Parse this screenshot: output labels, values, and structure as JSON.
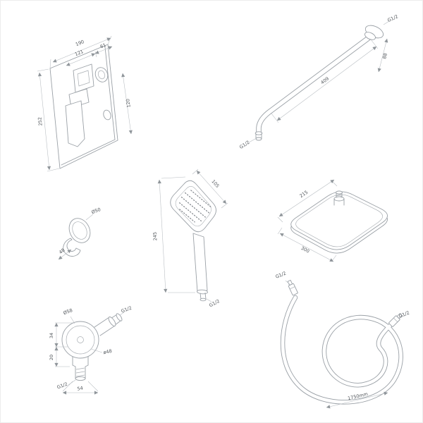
{
  "drawing": {
    "background": "#ffffff",
    "line_color": "#9aa0a6",
    "dim_line_color": "#b6bbc0",
    "text_color": "#52575c"
  },
  "components": {
    "mixer": {
      "name": "concealed-shower-mixer",
      "dim_width": "190",
      "dim_inner_width": "121",
      "dim_offset": "61",
      "dim_height": "252",
      "dim_side": "120"
    },
    "shower_arm": {
      "name": "wall-mounted-shower-arm",
      "thread_wall": "G1/2",
      "dim_drop": "88",
      "dim_length": "409",
      "thread_outlet": "G1/2"
    },
    "holder": {
      "name": "hand-shower-holder",
      "dim_diameter": "Ø50",
      "dim_depth": "48"
    },
    "hand_shower": {
      "name": "hand-shower",
      "dim_width": "105",
      "dim_length": "245",
      "thread": "G1/2"
    },
    "head_shower": {
      "name": "overhead-rain-shower",
      "dim_width": "215",
      "dim_length": "300"
    },
    "wall_elbow": {
      "name": "shower-outlet-elbow",
      "dim_flange": "Ø58",
      "thread_side": "G1/2",
      "dim_inner": "ø48",
      "dim_offset_a": "34",
      "dim_offset_b": "20",
      "thread_bottom": "G1/2",
      "dim_width": "54"
    },
    "hose": {
      "name": "shower-hose",
      "thread_a": "G1/2",
      "thread_b": "G1/2",
      "dim_length": "1750mm"
    }
  }
}
